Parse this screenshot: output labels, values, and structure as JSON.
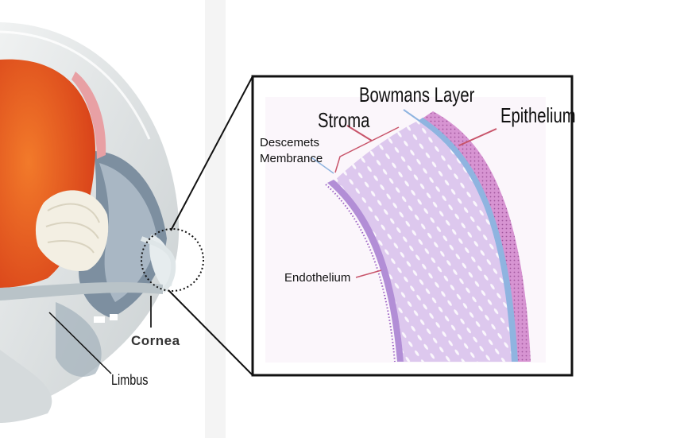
{
  "labels": {
    "bowmans_layer": "Bowmans Layer",
    "stroma": "Stroma",
    "epithelium": "Epithelium",
    "descemets_line1": "Descemets",
    "descemets_line2": "Membrance",
    "endothelium": "Endothelium",
    "cornea": "Cornea",
    "limbus": "Limbus"
  },
  "colors": {
    "iris_orange": "#e8531c",
    "lens_cream": "#f3efe3",
    "epithelium_pink": "#d58ad0",
    "bowmans_blue": "#8fb4e0",
    "stroma_lavender": "#ddc8ee",
    "descemets_purple": "#b28ed6",
    "label_line_red": "#c8546a",
    "frame_black": "#111111"
  }
}
